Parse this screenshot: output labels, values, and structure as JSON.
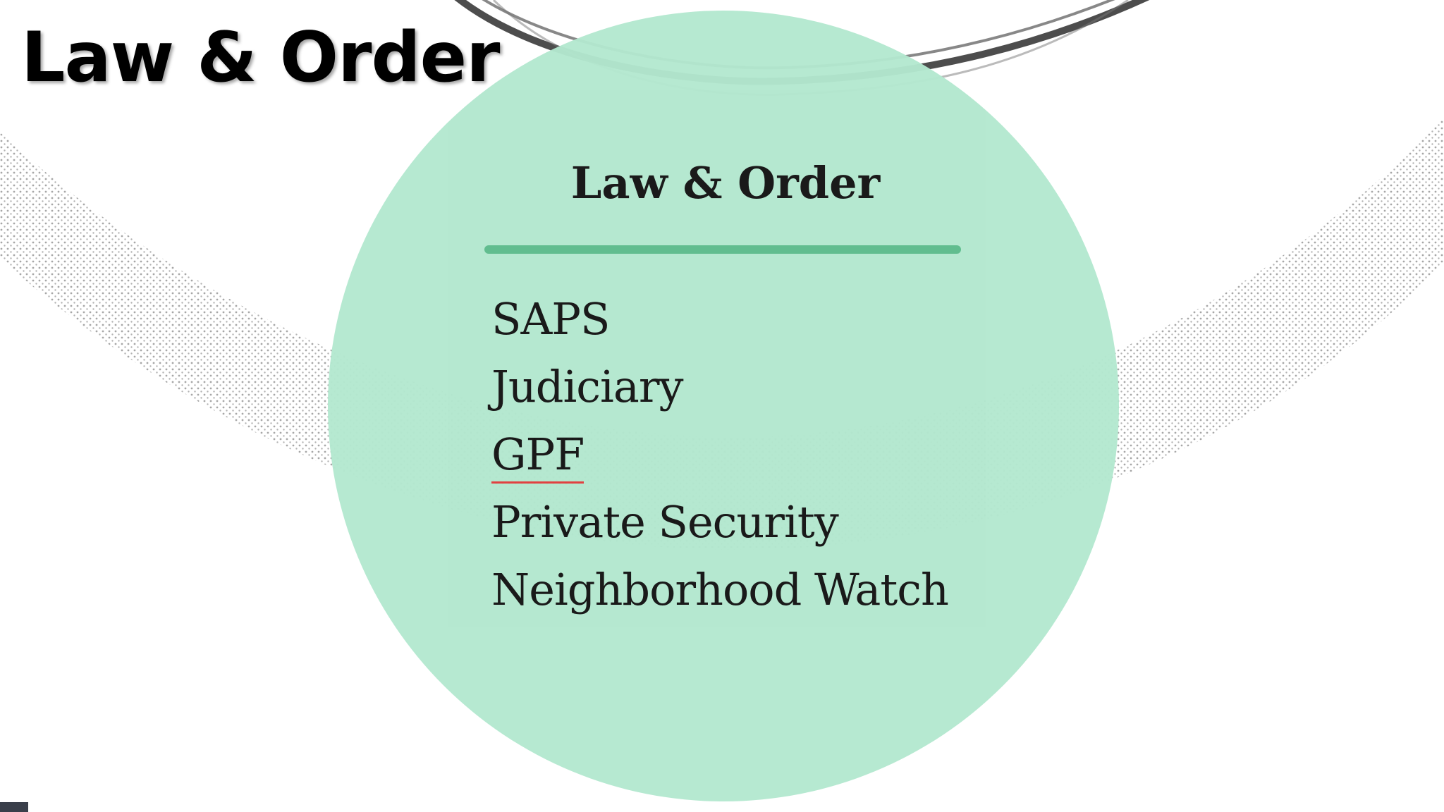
{
  "slide": {
    "title": "Law & Order",
    "circle": {
      "heading": "Law & Order",
      "items": [
        "SAPS",
        "Judiciary",
        "GPF",
        "Private Security",
        "Neighborhood Watch"
      ]
    }
  },
  "colors": {
    "circle_fill": "#b3e8cf",
    "divider": "#5bbb8b",
    "spellcheck_underline": "#e03a3a"
  }
}
